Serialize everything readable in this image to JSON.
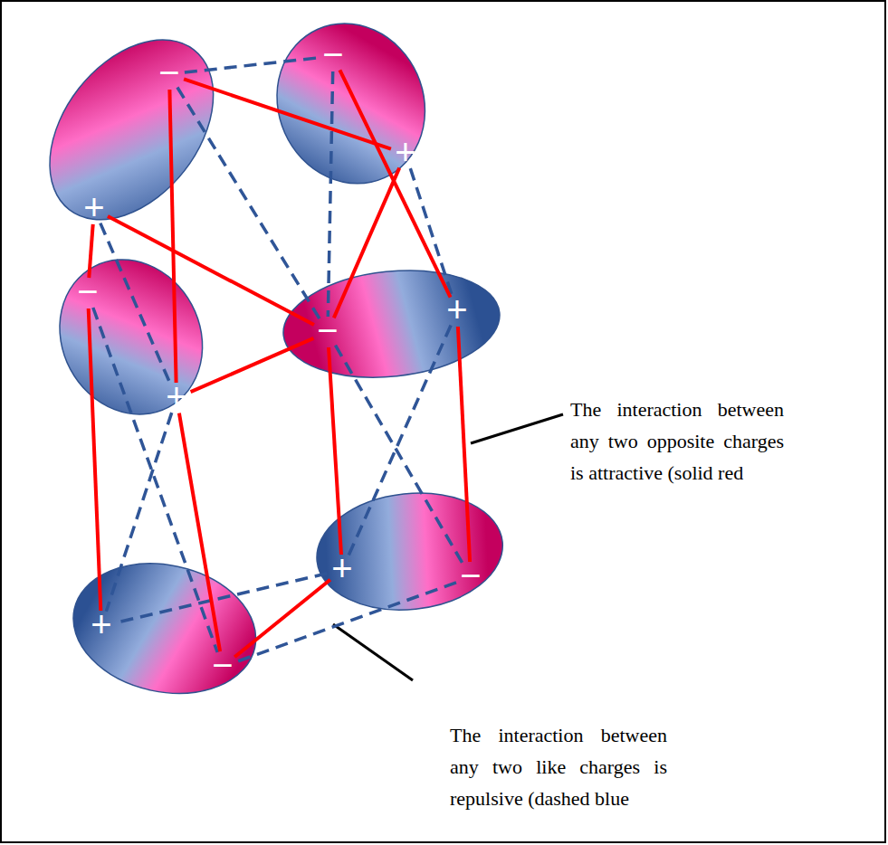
{
  "diagram": {
    "nodes": [
      {
        "text": [
          "−",
          "+"
        ]
      },
      {
        "text": [
          "−",
          "+"
        ]
      },
      {
        "text": [
          "−",
          "+"
        ]
      },
      {
        "text": [
          "−",
          "+"
        ]
      },
      {
        "text": [
          "+",
          "−"
        ]
      },
      {
        "text": [
          "+",
          "−"
        ]
      }
    ],
    "edges": [
      {
        "from": 0,
        "to": 1,
        "arrow": "none"
      },
      {
        "from": 0,
        "to": 2,
        "arrow": "none"
      },
      {
        "from": 0,
        "to": 2,
        "arrow": "none"
      },
      {
        "from": 0,
        "to": 3,
        "arrow": "none"
      },
      {
        "from": 1,
        "to": 3,
        "arrow": "none"
      },
      {
        "from": 1,
        "to": 3,
        "arrow": "none"
      },
      {
        "from": 2,
        "to": 3,
        "arrow": "none"
      },
      {
        "from": 2,
        "to": 5,
        "arrow": "none"
      },
      {
        "from": 2,
        "to": 5,
        "arrow": "none"
      },
      {
        "from": 3,
        "to": 4,
        "arrow": "none"
      },
      {
        "from": 3,
        "to": 4,
        "arrow": "none"
      },
      {
        "from": 4,
        "to": 5,
        "arrow": "none"
      },
      {
        "from": 0,
        "to": 1,
        "arrow": "none"
      },
      {
        "from": 0,
        "to": 3,
        "arrow": "none"
      },
      {
        "from": 1,
        "to": 3,
        "arrow": "none"
      },
      {
        "from": 1,
        "to": 3,
        "arrow": "none"
      },
      {
        "from": 0,
        "to": 2,
        "arrow": "none"
      },
      {
        "from": 2,
        "to": 5,
        "arrow": "none"
      },
      {
        "from": 2,
        "to": 5,
        "arrow": "none"
      },
      {
        "from": 3,
        "to": 4,
        "arrow": "none"
      },
      {
        "from": 3,
        "to": 4,
        "arrow": "none"
      },
      {
        "from": 4,
        "to": 5,
        "arrow": "none"
      },
      {
        "from": 4,
        "to": 5,
        "arrow": "none"
      }
    ],
    "labels": [
      "The interaction between any two opposite charges is attractive (solid red",
      "The interaction between any two like charges is repulsive (dashed blue"
    ]
  }
}
